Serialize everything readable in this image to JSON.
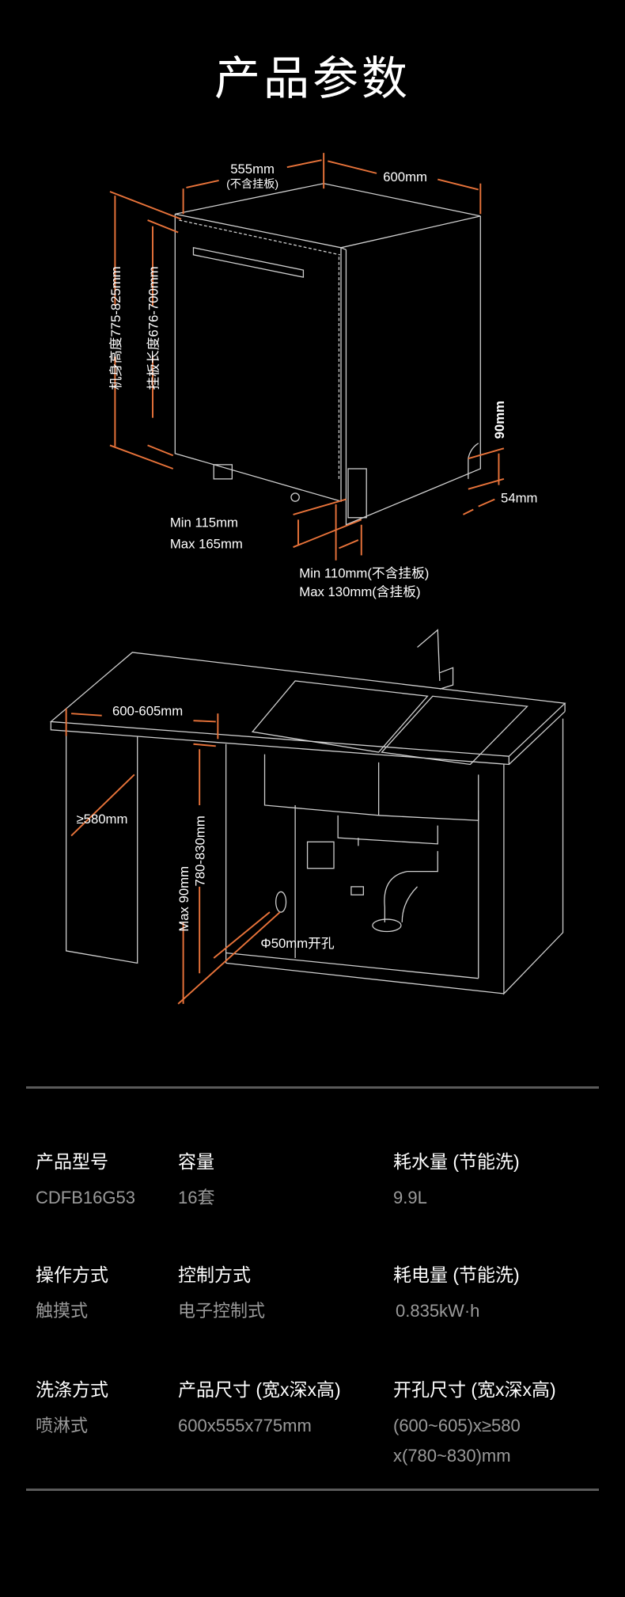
{
  "title": "产品参数",
  "colors": {
    "background": "#000000",
    "dimension_accent": "#e8733a",
    "line": "#cfcfcf",
    "value_text": "#9a9a9a"
  },
  "dishwasher_diagram": {
    "depth_label": "555mm",
    "depth_note": "(不含挂板)",
    "width_label": "600mm",
    "body_height_label": "机身高度775-825mm",
    "panel_length_label": "挂板长度676-700mm",
    "kick_height_label": "90mm",
    "kick_depth_label": "54mm",
    "foot_min": "Min 115mm",
    "foot_max": "Max 165mm",
    "panel_min": "Min 110mm(不含挂板)",
    "panel_max": "Max 130mm(含挂板)"
  },
  "install_diagram": {
    "cavity_width_label": "600-605mm",
    "cavity_depth_label": "≥580mm",
    "cavity_height_label": "780-830mm",
    "kick_label": "Max 90mm",
    "hole_label": "Φ50mm开孔"
  },
  "specs": [
    {
      "label": "产品型号",
      "value": [
        "CDFB16G53"
      ]
    },
    {
      "label": "容量",
      "value": [
        "16套"
      ]
    },
    {
      "label": "耗水量 (节能洗)",
      "value": [
        "9.9L"
      ]
    },
    {
      "label": "操作方式",
      "value": [
        "触摸式"
      ]
    },
    {
      "label": "控制方式",
      "value": [
        "电子控制式"
      ]
    },
    {
      "label": "耗电量 (节能洗)",
      "value": [
        "0.835kW·h"
      ]
    },
    {
      "label": "洗涤方式",
      "value": [
        "喷淋式"
      ]
    },
    {
      "label": "产品尺寸 (宽x深x高)",
      "value": [
        "600x555x775mm"
      ]
    },
    {
      "label": "开孔尺寸 (宽x深x高)",
      "value": [
        "(600~605)x≥580",
        "x(780~830)mm"
      ]
    }
  ]
}
